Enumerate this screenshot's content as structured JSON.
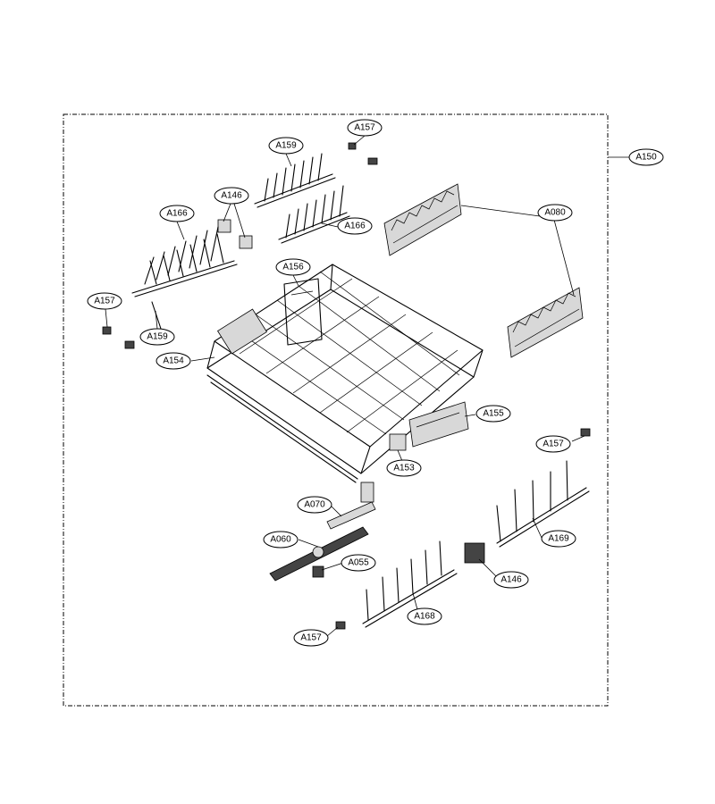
{
  "callouts": {
    "a150": "A150",
    "a157_top": "A157",
    "a159_top": "A159",
    "a146_top": "A146",
    "a166_top_right": "A166",
    "a166_left": "A166",
    "a080": "A080",
    "a156": "A156",
    "a157_left": "A157",
    "a159_left": "A159",
    "a154": "A154",
    "a155": "A155",
    "a153": "A153",
    "a157_right": "A157",
    "a070": "A070",
    "a060": "A060",
    "a055": "A055",
    "a169": "A169",
    "a146_bottom": "A146",
    "a168": "A168",
    "a157_bottom": "A157"
  }
}
